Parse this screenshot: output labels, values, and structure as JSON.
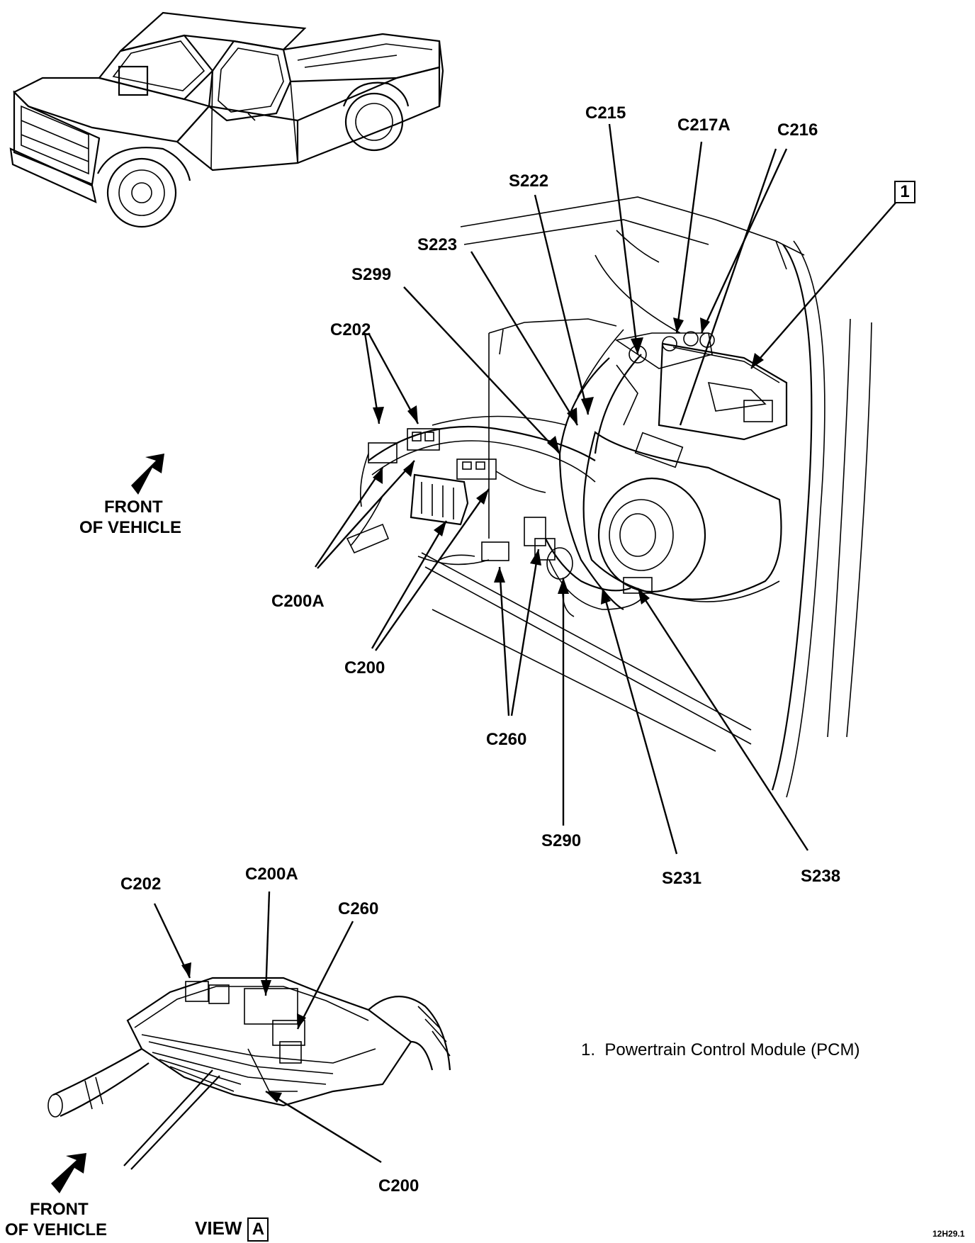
{
  "labels": {
    "c215": "C215",
    "c217a": "C217A",
    "c216": "C216",
    "s222": "S222",
    "s223": "S223",
    "s299": "S299",
    "c202": "C202",
    "c200a": "C200A",
    "c200": "C200",
    "c260": "C260",
    "s290": "S290",
    "s231": "S231",
    "s238": "S238",
    "callout_1": "1",
    "front_line1": "FRONT",
    "front_line2": "OF VEHICLE"
  },
  "view_a": {
    "c202": "C202",
    "c200a": "C200A",
    "c260": "C260",
    "c200": "C200",
    "front_line1": "FRONT",
    "front_line2": "OF VEHICLE",
    "view_word": "VIEW",
    "view_letter": "A"
  },
  "legend": {
    "item_number": "1.",
    "item_text": "Powertrain Control Module (PCM)"
  },
  "figure_code": "12H29.1"
}
